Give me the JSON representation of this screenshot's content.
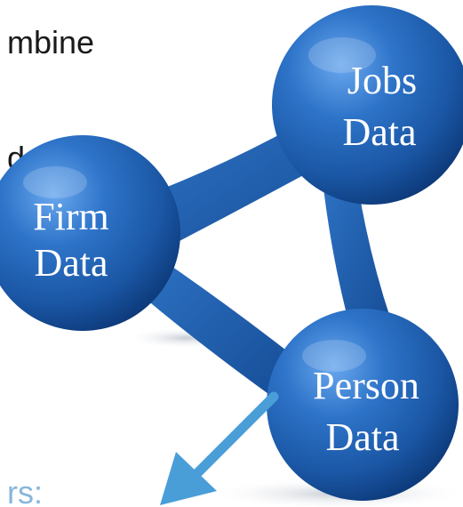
{
  "background_text": {
    "line1": "mbine",
    "line2": "d",
    "line3": "rs:"
  },
  "nodes": {
    "jobs": {
      "line1": "Jobs",
      "line2": "Data"
    },
    "firm": {
      "line1": "Firm",
      "line2": "Data"
    },
    "person": {
      "line1": "Person",
      "line2": "Data"
    }
  },
  "colors": {
    "node_blue": "#1f5fb0",
    "node_highlight": "#4a8fe0",
    "node_shadow": "#0d3a7a",
    "arrow_blue": "#4a9ed8",
    "partial_text_blue": "#86b6dc"
  },
  "icons": {
    "arrow": "arrow-down-left-icon"
  }
}
